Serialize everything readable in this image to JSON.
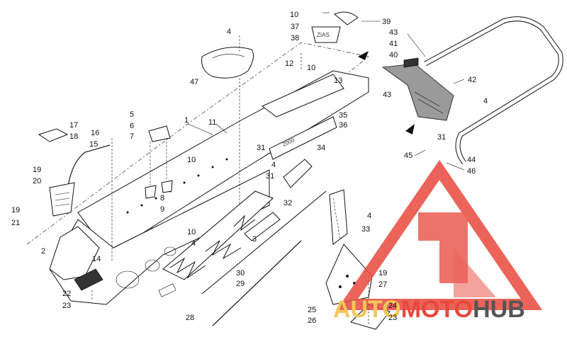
{
  "callouts": [
    {
      "id": "c1",
      "text": "1"
    },
    {
      "id": "c2",
      "text": "2"
    },
    {
      "id": "c3",
      "text": "3"
    },
    {
      "id": "c4a",
      "text": "4"
    },
    {
      "id": "c4b",
      "text": "4"
    },
    {
      "id": "c4c",
      "text": "4"
    },
    {
      "id": "c4d",
      "text": "4"
    },
    {
      "id": "c4e",
      "text": "4"
    },
    {
      "id": "c5",
      "text": "5"
    },
    {
      "id": "c6",
      "text": "6"
    },
    {
      "id": "c7",
      "text": "7"
    },
    {
      "id": "c8",
      "text": "8"
    },
    {
      "id": "c9",
      "text": "9"
    },
    {
      "id": "c10a",
      "text": "10"
    },
    {
      "id": "c10b",
      "text": "10"
    },
    {
      "id": "c10c",
      "text": "10"
    },
    {
      "id": "c10d",
      "text": "10"
    },
    {
      "id": "c11",
      "text": "11"
    },
    {
      "id": "c12",
      "text": "12"
    },
    {
      "id": "c13",
      "text": "13"
    },
    {
      "id": "c14",
      "text": "14"
    },
    {
      "id": "c15",
      "text": "15"
    },
    {
      "id": "c16",
      "text": "16"
    },
    {
      "id": "c17",
      "text": "17"
    },
    {
      "id": "c18",
      "text": "18"
    },
    {
      "id": "c19a",
      "text": "19"
    },
    {
      "id": "c19b",
      "text": "19"
    },
    {
      "id": "c19c",
      "text": "19"
    },
    {
      "id": "c20",
      "text": "20"
    },
    {
      "id": "c21",
      "text": "21"
    },
    {
      "id": "c22",
      "text": "22"
    },
    {
      "id": "c23a",
      "text": "23"
    },
    {
      "id": "c23b",
      "text": "23"
    },
    {
      "id": "c24",
      "text": "24"
    },
    {
      "id": "c25",
      "text": "25"
    },
    {
      "id": "c26",
      "text": "26"
    },
    {
      "id": "c27",
      "text": "27"
    },
    {
      "id": "c28",
      "text": "28"
    },
    {
      "id": "c29",
      "text": "29"
    },
    {
      "id": "c30",
      "text": "30"
    },
    {
      "id": "c31a",
      "text": "31"
    },
    {
      "id": "c31b",
      "text": "31"
    },
    {
      "id": "c31c",
      "text": "31"
    },
    {
      "id": "c32",
      "text": "32"
    },
    {
      "id": "c33",
      "text": "33"
    },
    {
      "id": "c34",
      "text": "34"
    },
    {
      "id": "c35",
      "text": "35"
    },
    {
      "id": "c36",
      "text": "36"
    },
    {
      "id": "c37",
      "text": "37"
    },
    {
      "id": "c38",
      "text": "38"
    },
    {
      "id": "c39",
      "text": "39"
    },
    {
      "id": "c40",
      "text": "40"
    },
    {
      "id": "c41",
      "text": "41"
    },
    {
      "id": "c42",
      "text": "42"
    },
    {
      "id": "c43a",
      "text": "43"
    },
    {
      "id": "c43b",
      "text": "43"
    },
    {
      "id": "c44",
      "text": "44"
    },
    {
      "id": "c45",
      "text": "45"
    },
    {
      "id": "c46",
      "text": "46"
    },
    {
      "id": "c47",
      "text": "47"
    }
  ],
  "watermark": {
    "part1": "AUTO",
    "part2": "MOTO",
    "part3": "HUB",
    "colors": {
      "auto": "#f2c75c",
      "moto": "#e8483d",
      "hub": "#555555",
      "logo": "#e8483d"
    }
  }
}
